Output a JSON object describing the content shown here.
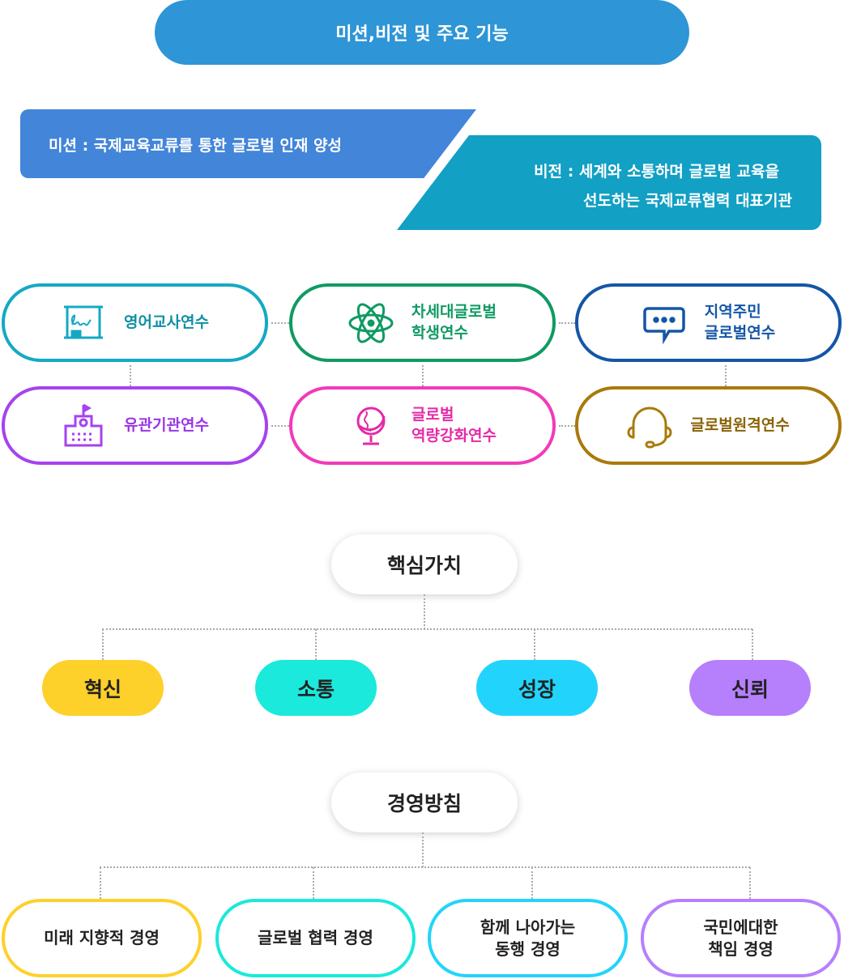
{
  "header": {
    "title": "미션,비전 및 주요 기능"
  },
  "mission": {
    "text": "미션 : 국제교육교류를 통한 글로벌 인재 양성"
  },
  "vision": {
    "line1": "비전 : 세계와 소통하며 글로벌 교육을",
    "line2": "선도하는 국제교류협력 대표기관"
  },
  "programs": [
    {
      "label": "영어교사연수",
      "icon": "chalkboard-icon",
      "color": "#14a9c3"
    },
    {
      "label1": "차세대글로벌",
      "label2": "학생연수",
      "icon": "atom-icon",
      "color": "#0f9a63"
    },
    {
      "label1": "지역주민",
      "label2": "글로벌연수",
      "icon": "chat-bubble-icon",
      "color": "#1356a6"
    },
    {
      "label": "유관기관연수",
      "icon": "school-building-icon",
      "color": "#a642f0"
    },
    {
      "label1": "글로벌",
      "label2": "역량강화연수",
      "icon": "globe-icon",
      "color": "#f23ab8"
    },
    {
      "label": "글로벌원격연수",
      "icon": "headset-icon",
      "color": "#a87a0a"
    }
  ],
  "core_values": {
    "title": "핵심가치",
    "items": [
      {
        "label": "혁신",
        "color": "#fed02a"
      },
      {
        "label": "소통",
        "color": "#1ae9dc"
      },
      {
        "label": "성장",
        "color": "#22d4fb"
      },
      {
        "label": "신뢰",
        "color": "#b67ffc"
      }
    ]
  },
  "policies": {
    "title": "경영방침",
    "items": [
      {
        "label": "미래 지향적 경영",
        "color": "#fed02a"
      },
      {
        "label1": "글로벌 협력 경영",
        "color": "#1ae9dc"
      },
      {
        "label1": "함께 나아가는",
        "label2": "동행 경영",
        "color": "#22d4fb"
      },
      {
        "label1": "국민에대한",
        "label2": "책임 경영",
        "color": "#b67ffc"
      }
    ]
  }
}
